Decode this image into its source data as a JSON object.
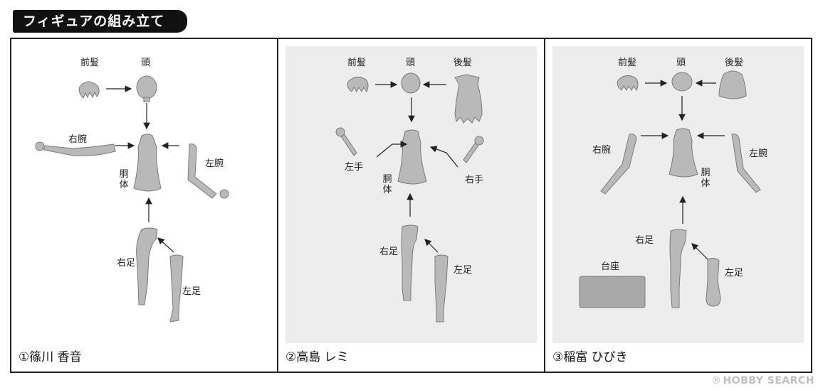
{
  "header": {
    "title": "フィギュアの組み立て"
  },
  "panels": [
    {
      "name": "①篠川 香音",
      "labels": {
        "front_hair": "前髪",
        "head": "頭",
        "right_arm": "右腕",
        "left_arm": "左腕",
        "torso": "胴体",
        "right_leg": "右足",
        "left_leg": "左足"
      }
    },
    {
      "name": "②高島 レミ",
      "labels": {
        "front_hair": "前髪",
        "head": "頭",
        "back_hair": "後髪",
        "left_hand": "左手",
        "right_hand": "右手",
        "torso": "胴体",
        "right_leg": "右足",
        "left_leg": "左足"
      }
    },
    {
      "name": "③稲富 ひびき",
      "labels": {
        "front_hair": "前髪",
        "head": "頭",
        "back_hair": "後髪",
        "right_arm": "右腕",
        "left_arm": "左腕",
        "torso": "胴体",
        "right_leg": "右足",
        "left_leg": "左足",
        "base": "台座"
      }
    }
  ],
  "watermark": {
    "text": "HOBBY SEARCH",
    "icon": "registered-mark"
  },
  "colors": {
    "part_fill": "#b9b9b9",
    "part_stroke": "#7a7a7a",
    "panel_shade": "#ededed",
    "frame": "#222222"
  }
}
